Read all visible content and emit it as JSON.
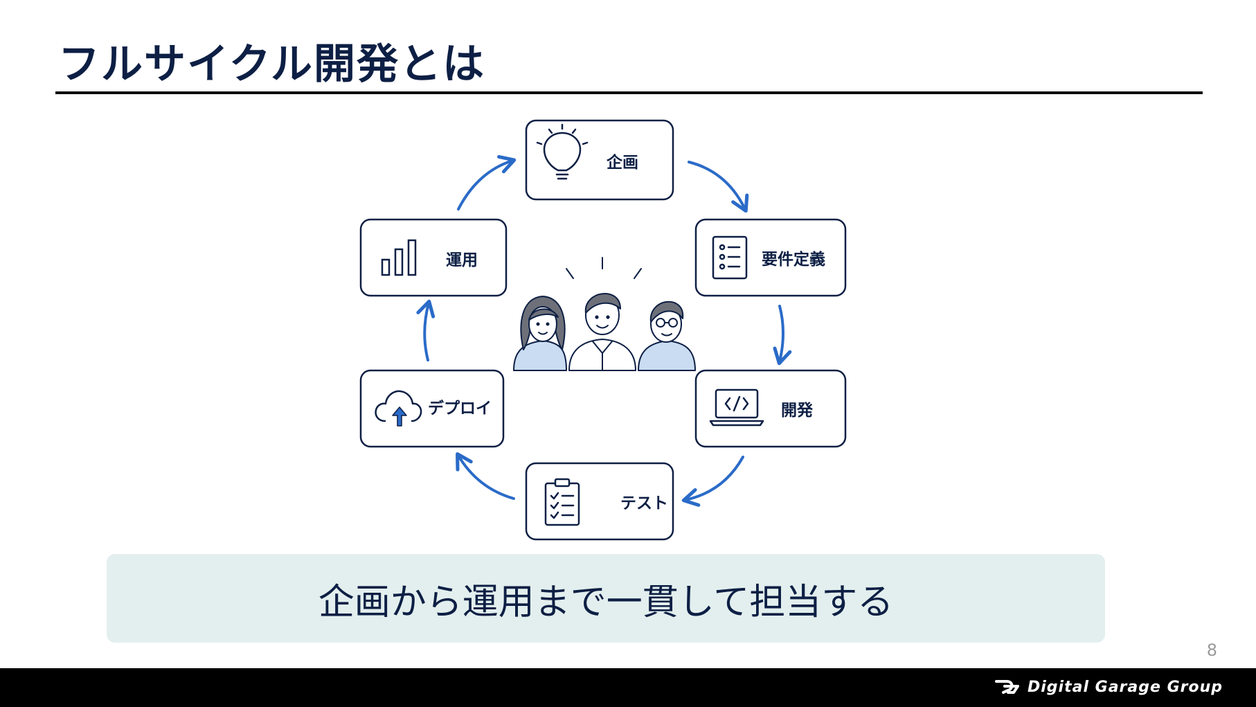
{
  "title": "フルサイクル開発とは",
  "cycle": {
    "nodes": [
      {
        "label": "企画",
        "icon": "lightbulb-icon"
      },
      {
        "label": "要件定義",
        "icon": "checklist-icon"
      },
      {
        "label": "開発",
        "icon": "laptop-code-icon"
      },
      {
        "label": "テスト",
        "icon": "clipboard-check-icon"
      },
      {
        "label": "デプロイ",
        "icon": "cloud-upload-icon"
      },
      {
        "label": "運用",
        "icon": "bar-chart-icon"
      }
    ],
    "center_icon": "team-people-icon"
  },
  "banner_text": "企画から運用まで一貫して担当する",
  "page_number": "8",
  "footer": {
    "logo_text": "Digital Garage Group"
  },
  "colors": {
    "navy": "#0d1f44",
    "arrow": "#2a6bc8",
    "banner_bg": "#e3efee"
  }
}
